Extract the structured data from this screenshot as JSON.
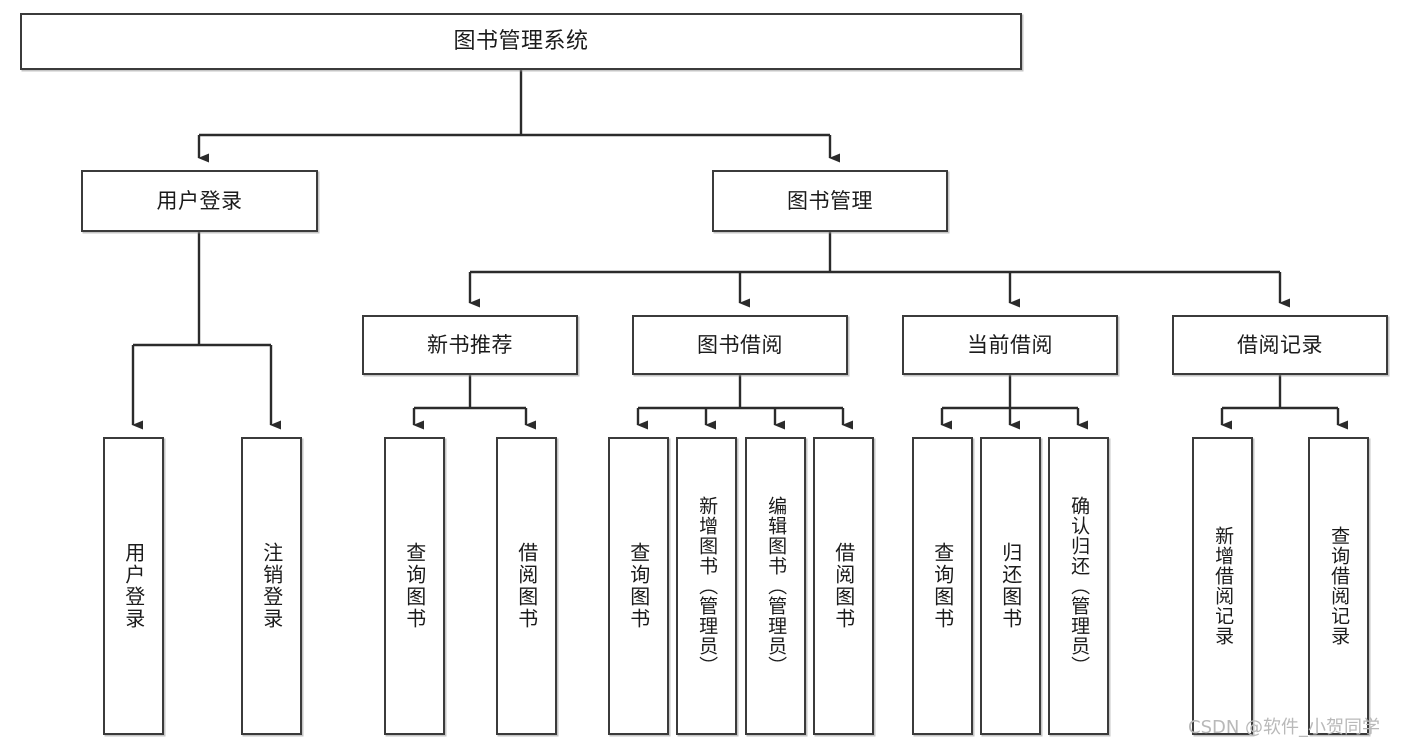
{
  "diagram": {
    "title": "图书管理系统",
    "type": "功能结构图",
    "watermark": "CSDN @软件_小贺同学",
    "colors": {
      "box_border": "#3b3b3b",
      "box_fill": "#ffffff",
      "edge": "#2b2b2b",
      "text": "#1b1b1b",
      "watermark": "#b9b9b9",
      "background": "#ffffff"
    }
  },
  "nodes": {
    "root": {
      "label": "图书管理系统"
    },
    "level2": [
      {
        "id": "user-login",
        "label": "用户登录"
      },
      {
        "id": "book-manage",
        "label": "图书管理"
      }
    ],
    "level3": [
      {
        "id": "new-book-recommend",
        "label": "新书推荐"
      },
      {
        "id": "book-borrow",
        "label": "图书借阅"
      },
      {
        "id": "current-borrow",
        "label": "当前借阅"
      },
      {
        "id": "borrow-record",
        "label": "借阅记录"
      }
    ],
    "leaves": {
      "user_login": [
        {
          "id": "leaf-user-login",
          "label": "用户登录"
        },
        {
          "id": "leaf-logout",
          "label": "注销登录"
        }
      ],
      "new_book_recommend": [
        {
          "id": "leaf-query-book-1",
          "label": "查询图书"
        },
        {
          "id": "leaf-borrow-book-1",
          "label": "借阅图书"
        }
      ],
      "book_borrow": [
        {
          "id": "leaf-query-book-2",
          "label": "查询图书"
        },
        {
          "id": "leaf-add-book",
          "label": "新增图书（管理员）"
        },
        {
          "id": "leaf-edit-book",
          "label": "编辑图书（管理员）"
        },
        {
          "id": "leaf-borrow-book-2",
          "label": "借阅图书"
        }
      ],
      "current_borrow": [
        {
          "id": "leaf-query-book-3",
          "label": "查询图书"
        },
        {
          "id": "leaf-return-book",
          "label": "归还图书"
        },
        {
          "id": "leaf-confirm-return",
          "label": "确认归还（管理员）"
        }
      ],
      "borrow_record": [
        {
          "id": "leaf-add-record",
          "label": "新增借阅记录"
        },
        {
          "id": "leaf-query-record",
          "label": "查询借阅记录"
        }
      ]
    }
  }
}
